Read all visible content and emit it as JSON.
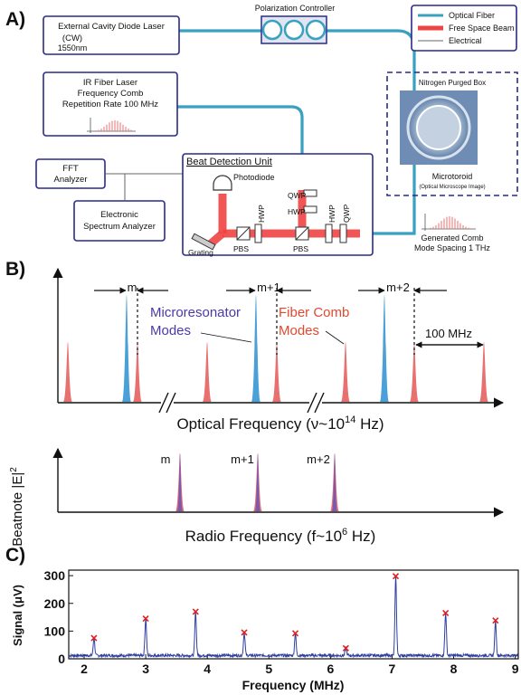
{
  "colors": {
    "fiber": "#3aa0c0",
    "beam": "#ee4444",
    "box_border": "#2a2a8a",
    "micro_mode": "#4aa0d8",
    "comb_mode": "#e87070",
    "trace": "#2f3fa0",
    "marker": "#e02020",
    "micro_text": "#4a3aa8",
    "comb_text": "#e04a30"
  },
  "panelA": {
    "label": "A)",
    "ecdl": {
      "line1": "External Cavity Diode Laser",
      "line2": "(CW)",
      "line3": "1550nm"
    },
    "polarization": "Polarization Controller",
    "ir": {
      "line1": "IR Fiber Laser",
      "line2": "Frequency Comb",
      "line3": "Repetition Rate 100 MHz"
    },
    "legend": {
      "fiber": "Optical Fiber",
      "beam": "Free Space Beam",
      "elec": "Electrical"
    },
    "nitrogen": "Nitrogen Purged Box",
    "microtoroid": "Microtoroid",
    "microtoroid_sub": "(Optical Microscope Image)",
    "fft": {
      "line1": "FFT",
      "line2": "Analyzer"
    },
    "esa": {
      "line1": "Electronic",
      "line2": "Spectrum Analyzer"
    },
    "bdu": "Beat Detection Unit",
    "photodiode": "Photodiode",
    "qwp": "QWP",
    "hwp": "HWP",
    "pbs": "PBS",
    "grating": "Grating",
    "gen": {
      "line1": "Generated Comb",
      "line2": "Mode Spacing 1 THz"
    }
  },
  "panelB": {
    "label": "B)",
    "m": "m",
    "m1": "m+1",
    "m2": "m+2",
    "micro1": "Microresonator",
    "micro2": "Modes",
    "comb1": "Fiber Comb",
    "comb2": "Modes",
    "spacing": "100 MHz",
    "optical_axis": "Optical Frequency (ν~10",
    "optical_exp": "14",
    "optical_unit": " Hz)",
    "beatnote": "Beatnote |E|",
    "beatnote_exp": "2",
    "radio_axis": "Radio Frequency (f~10",
    "radio_exp": "6",
    "radio_unit": " Hz)"
  },
  "panelC": {
    "label": "C)"
  },
  "chart_data": {
    "type": "line",
    "xlabel": "Frequency (MHz)",
    "ylabel": "Signal (μV)",
    "xlim": [
      1.75,
      9.05
    ],
    "ylim": [
      0,
      320
    ],
    "xticks": [
      2,
      3,
      4,
      5,
      6,
      7,
      8,
      9
    ],
    "yticks": [
      0,
      100,
      200,
      300
    ],
    "baseline": 12,
    "peaks": [
      {
        "x": 2.16,
        "y": 75
      },
      {
        "x": 3.0,
        "y": 145
      },
      {
        "x": 3.81,
        "y": 170
      },
      {
        "x": 4.6,
        "y": 95
      },
      {
        "x": 5.43,
        "y": 92
      },
      {
        "x": 6.25,
        "y": 38
      },
      {
        "x": 7.06,
        "y": 298
      },
      {
        "x": 7.87,
        "y": 165
      },
      {
        "x": 8.68,
        "y": 138
      }
    ]
  }
}
